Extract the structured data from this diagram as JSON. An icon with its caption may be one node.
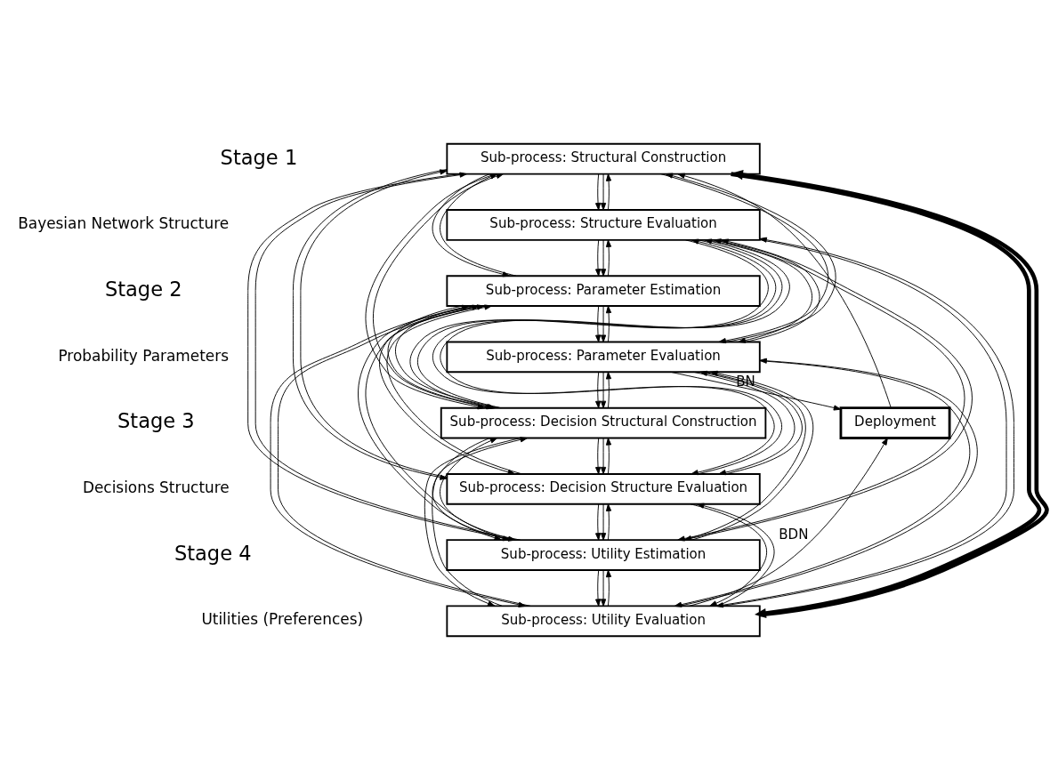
{
  "diagram": {
    "nodes": [
      {
        "text": [
          "Sub-process: Structural Construction"
        ]
      },
      {
        "text": [
          "Sub-process: Structure Evaluation"
        ]
      },
      {
        "text": [
          "Sub-process: Parameter Estimation"
        ]
      },
      {
        "text": [
          "Sub-process: Parameter Evaluation"
        ]
      },
      {
        "text": [
          "Sub-process: Decision Structural Construction"
        ]
      },
      {
        "text": [
          "Sub-process: Decision Structure Evaluation"
        ]
      },
      {
        "text": [
          "Sub-process: Utility Estimation"
        ]
      },
      {
        "text": [
          "Sub-process: Utility Evaluation"
        ]
      },
      {
        "text": [
          "Deployment"
        ]
      }
    ],
    "edges": [
      {
        "from": 0,
        "to": 1,
        "arrow": "to"
      },
      {
        "from": 1,
        "to": 2,
        "arrow": "to"
      },
      {
        "from": 2,
        "to": 3,
        "arrow": "to"
      },
      {
        "from": 3,
        "to": 4,
        "arrow": "to"
      },
      {
        "from": 4,
        "to": 5,
        "arrow": "to"
      },
      {
        "from": 5,
        "to": 6,
        "arrow": "to"
      },
      {
        "from": 6,
        "to": 7,
        "arrow": "to"
      },
      {
        "from": 0,
        "to": 1,
        "arrow": "to"
      },
      {
        "from": 0,
        "to": 2,
        "arrow": "to"
      },
      {
        "from": 0,
        "to": 3,
        "arrow": "to"
      },
      {
        "from": 0,
        "to": 4,
        "arrow": "to"
      },
      {
        "from": 0,
        "to": 5,
        "arrow": "to"
      },
      {
        "from": 0,
        "to": 6,
        "arrow": "to"
      },
      {
        "from": 0,
        "to": 7,
        "arrow": "to",
        "style": "thick"
      },
      {
        "from": 1,
        "to": 2,
        "arrow": "to"
      },
      {
        "from": 1,
        "to": 3,
        "arrow": "to"
      },
      {
        "from": 1,
        "to": 4,
        "arrow": "to"
      },
      {
        "from": 1,
        "to": 5,
        "arrow": "to"
      },
      {
        "from": 1,
        "to": 6,
        "arrow": "to"
      },
      {
        "from": 1,
        "to": 7,
        "arrow": "to"
      },
      {
        "from": 2,
        "to": 3,
        "arrow": "to"
      },
      {
        "from": 2,
        "to": 4,
        "arrow": "to"
      },
      {
        "from": 2,
        "to": 5,
        "arrow": "to"
      },
      {
        "from": 2,
        "to": 6,
        "arrow": "to"
      },
      {
        "from": 2,
        "to": 7,
        "arrow": "to"
      },
      {
        "from": 3,
        "to": 4,
        "arrow": "to"
      },
      {
        "from": 3,
        "to": 5,
        "arrow": "to"
      },
      {
        "from": 3,
        "to": 6,
        "arrow": "to"
      },
      {
        "from": 3,
        "to": 7,
        "arrow": "to"
      },
      {
        "from": 4,
        "to": 5,
        "arrow": "to"
      },
      {
        "from": 4,
        "to": 6,
        "arrow": "to"
      },
      {
        "from": 4,
        "to": 7,
        "arrow": "to"
      },
      {
        "from": 5,
        "to": 6,
        "arrow": "to"
      },
      {
        "from": 5,
        "to": 7,
        "arrow": "to"
      },
      {
        "from": 6,
        "to": 7,
        "arrow": "to"
      },
      {
        "from": 1,
        "to": 0,
        "arrow": "to"
      },
      {
        "from": 2,
        "to": 0,
        "arrow": "to"
      },
      {
        "from": 2,
        "to": 1,
        "arrow": "to"
      },
      {
        "from": 3,
        "to": 0,
        "arrow": "to"
      },
      {
        "from": 3,
        "to": 1,
        "arrow": "to"
      },
      {
        "from": 3,
        "to": 2,
        "arrow": "to"
      },
      {
        "from": 4,
        "to": 0,
        "arrow": "to"
      },
      {
        "from": 4,
        "to": 1,
        "arrow": "to"
      },
      {
        "from": 4,
        "to": 2,
        "arrow": "to"
      },
      {
        "from": 4,
        "to": 3,
        "arrow": "to"
      },
      {
        "from": 5,
        "to": 0,
        "arrow": "to"
      },
      {
        "from": 5,
        "to": 1,
        "arrow": "to"
      },
      {
        "from": 5,
        "to": 2,
        "arrow": "to"
      },
      {
        "from": 5,
        "to": 3,
        "arrow": "to"
      },
      {
        "from": 5,
        "to": 4,
        "arrow": "to"
      },
      {
        "from": 6,
        "to": 0,
        "arrow": "to"
      },
      {
        "from": 6,
        "to": 1,
        "arrow": "to"
      },
      {
        "from": 6,
        "to": 2,
        "arrow": "to"
      },
      {
        "from": 6,
        "to": 3,
        "arrow": "to"
      },
      {
        "from": 6,
        "to": 4,
        "arrow": "to"
      },
      {
        "from": 6,
        "to": 5,
        "arrow": "to"
      },
      {
        "from": 7,
        "to": 0,
        "arrow": "to",
        "style": "thick"
      },
      {
        "from": 7,
        "to": 1,
        "arrow": "to"
      },
      {
        "from": 7,
        "to": 2,
        "arrow": "to"
      },
      {
        "from": 7,
        "to": 3,
        "arrow": "to"
      },
      {
        "from": 7,
        "to": 4,
        "arrow": "to"
      },
      {
        "from": 7,
        "to": 5,
        "arrow": "to"
      },
      {
        "from": 7,
        "to": 6,
        "arrow": "to"
      },
      {
        "from": 3,
        "to": 8,
        "arrow": "to",
        "label": "BN"
      },
      {
        "from": 7,
        "to": 8,
        "arrow": "to",
        "label": "BDN"
      },
      {
        "from": 8,
        "to": 0,
        "arrow": "to"
      }
    ],
    "labels": [
      "Stage 1",
      "Bayesian Network Structure",
      "Stage 2",
      "Probability Parameters",
      "Stage 3",
      "Decisions Structure",
      "Stage 4",
      "Utilities (Preferences)"
    ]
  }
}
